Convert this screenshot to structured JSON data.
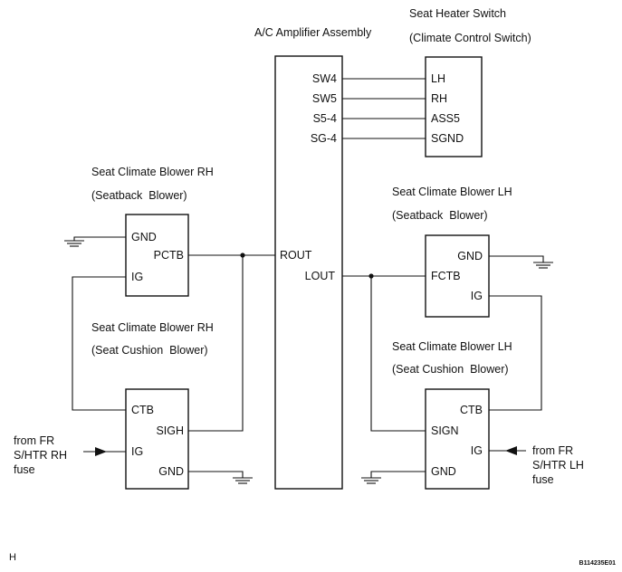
{
  "amplifier": {
    "title": "A/C Amplifier Assembly",
    "pins": {
      "sw4": "SW4",
      "sw5": "SW5",
      "s54": "S5-4",
      "sg4": "SG-4",
      "rout": "ROUT",
      "lout": "LOUT"
    }
  },
  "heater_switch": {
    "title": "Seat Heater Switch",
    "subtitle": "(Climate Control Switch)",
    "pins": {
      "lh": "LH",
      "rh": "RH",
      "ass5": "ASS5",
      "sgnd": "SGND"
    }
  },
  "blower_rh_seatback": {
    "title": "Seat Climate Blower RH",
    "subtitle": "(Seatback  Blower)",
    "pins": {
      "gnd": "GND",
      "pctb": "PCTB",
      "ig": "IG"
    }
  },
  "blower_rh_cushion": {
    "title": "Seat Climate Blower RH",
    "subtitle": "(Seat Cushion  Blower)",
    "pins": {
      "ctb": "CTB",
      "sigh": "SIGH",
      "ig": "IG",
      "gnd": "GND"
    }
  },
  "blower_lh_seatback": {
    "title": "Seat Climate Blower LH",
    "subtitle": "(Seatback  Blower)",
    "pins": {
      "gnd": "GND",
      "fctb": "FCTB",
      "ig": "IG"
    }
  },
  "blower_lh_cushion": {
    "title": "Seat Climate Blower LH",
    "subtitle": "(Seat Cushion  Blower)",
    "pins": {
      "ctb": "CTB",
      "sign": "SIGN",
      "ig": "IG",
      "gnd": "GND"
    }
  },
  "fuse_rh": {
    "lines": [
      "from FR",
      "S/HTR RH",
      "fuse"
    ]
  },
  "fuse_lh": {
    "lines": [
      "from FR",
      "S/HTR LH",
      "fuse"
    ]
  },
  "footer": {
    "left": "H",
    "right": "B114235E01"
  }
}
